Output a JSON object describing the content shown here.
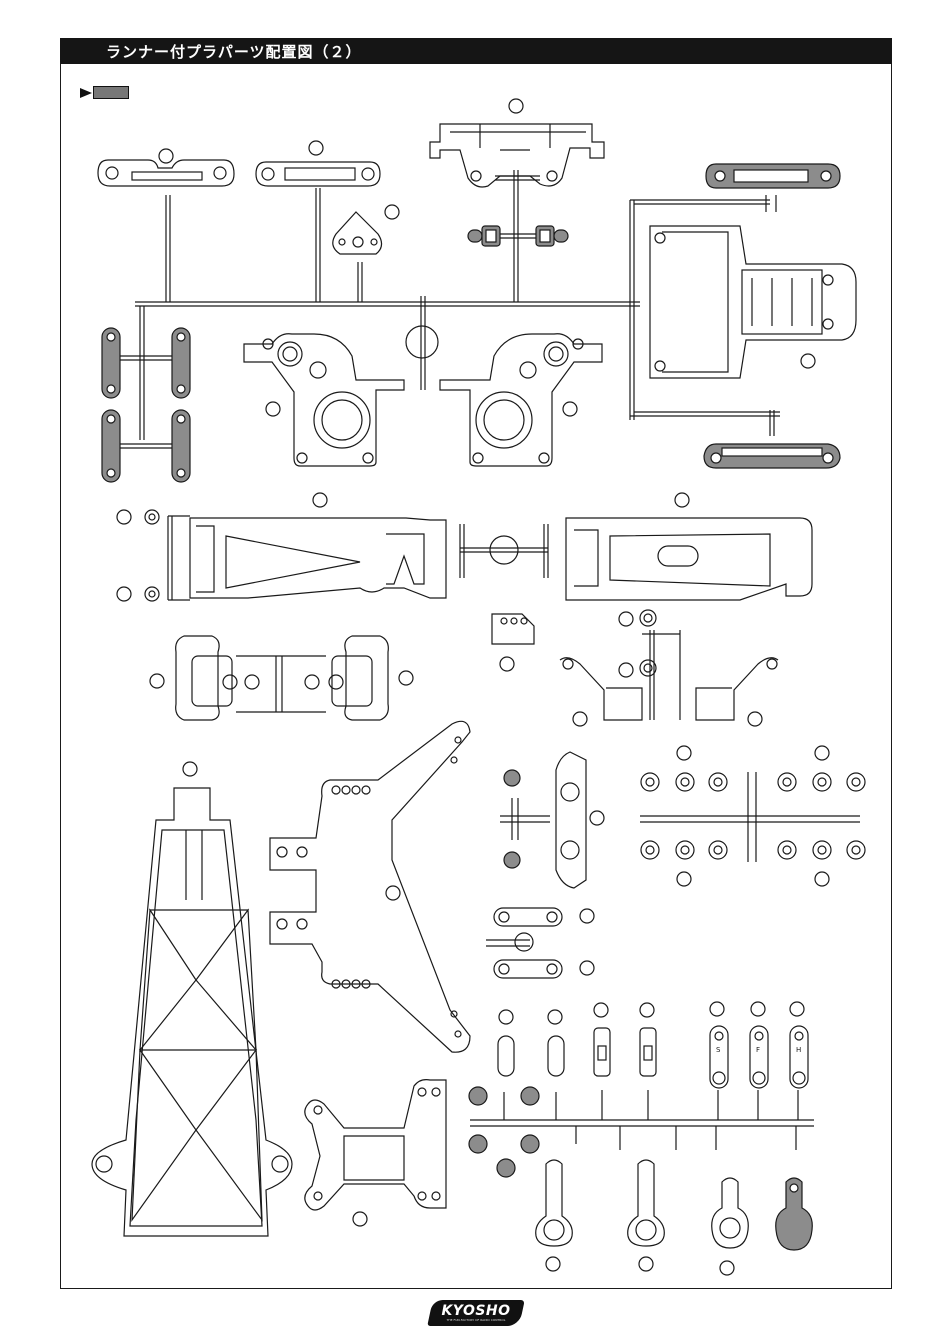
{
  "page": {
    "title": "ランナー付プラパーツ配置図（２）"
  },
  "legend": {
    "marker_icon": "arrow-right-icon",
    "swatch_color": "#777777"
  },
  "logo": {
    "text": "KYOSHO",
    "tagline": "THE FUN-FACTORY OF RADIO CONTROL"
  },
  "horn_labels": [
    "S",
    "F",
    "H"
  ],
  "colors": {
    "line": "#1a1a1a",
    "gray_part": "#8c8c8c"
  }
}
